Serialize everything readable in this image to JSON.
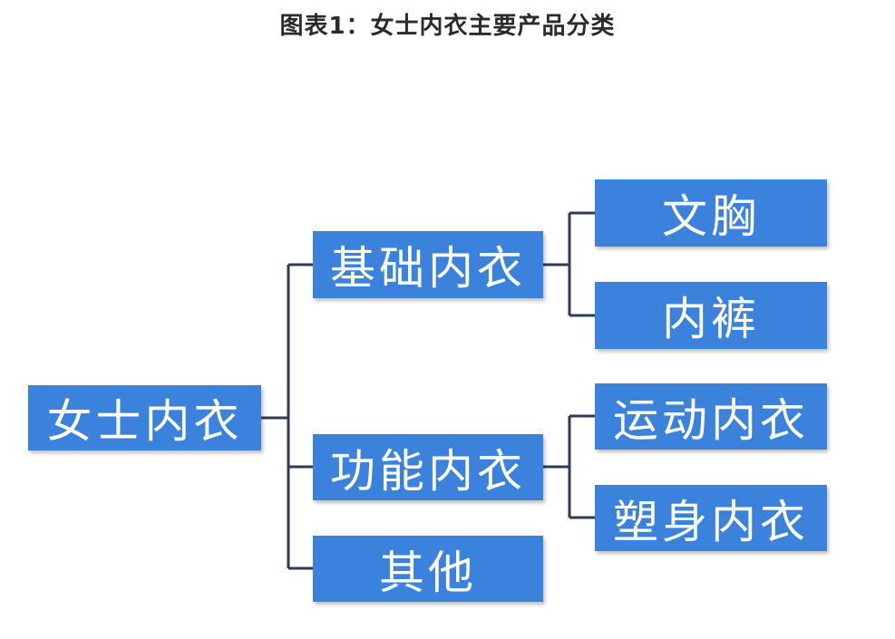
{
  "title": "图表1：女士内衣主要产品分类",
  "colors": {
    "node_fill": "#3a82dc",
    "node_text": "#ffffff",
    "connector": "#2d3b55"
  },
  "tree": {
    "root": {
      "label": "女士内衣"
    },
    "categories": [
      {
        "label": "基础内衣",
        "children": [
          {
            "label": "文胸"
          },
          {
            "label": "内裤"
          }
        ]
      },
      {
        "label": "功能内衣",
        "children": [
          {
            "label": "运动内衣"
          },
          {
            "label": "塑身内衣"
          }
        ]
      },
      {
        "label": "其他",
        "children": []
      }
    ]
  }
}
